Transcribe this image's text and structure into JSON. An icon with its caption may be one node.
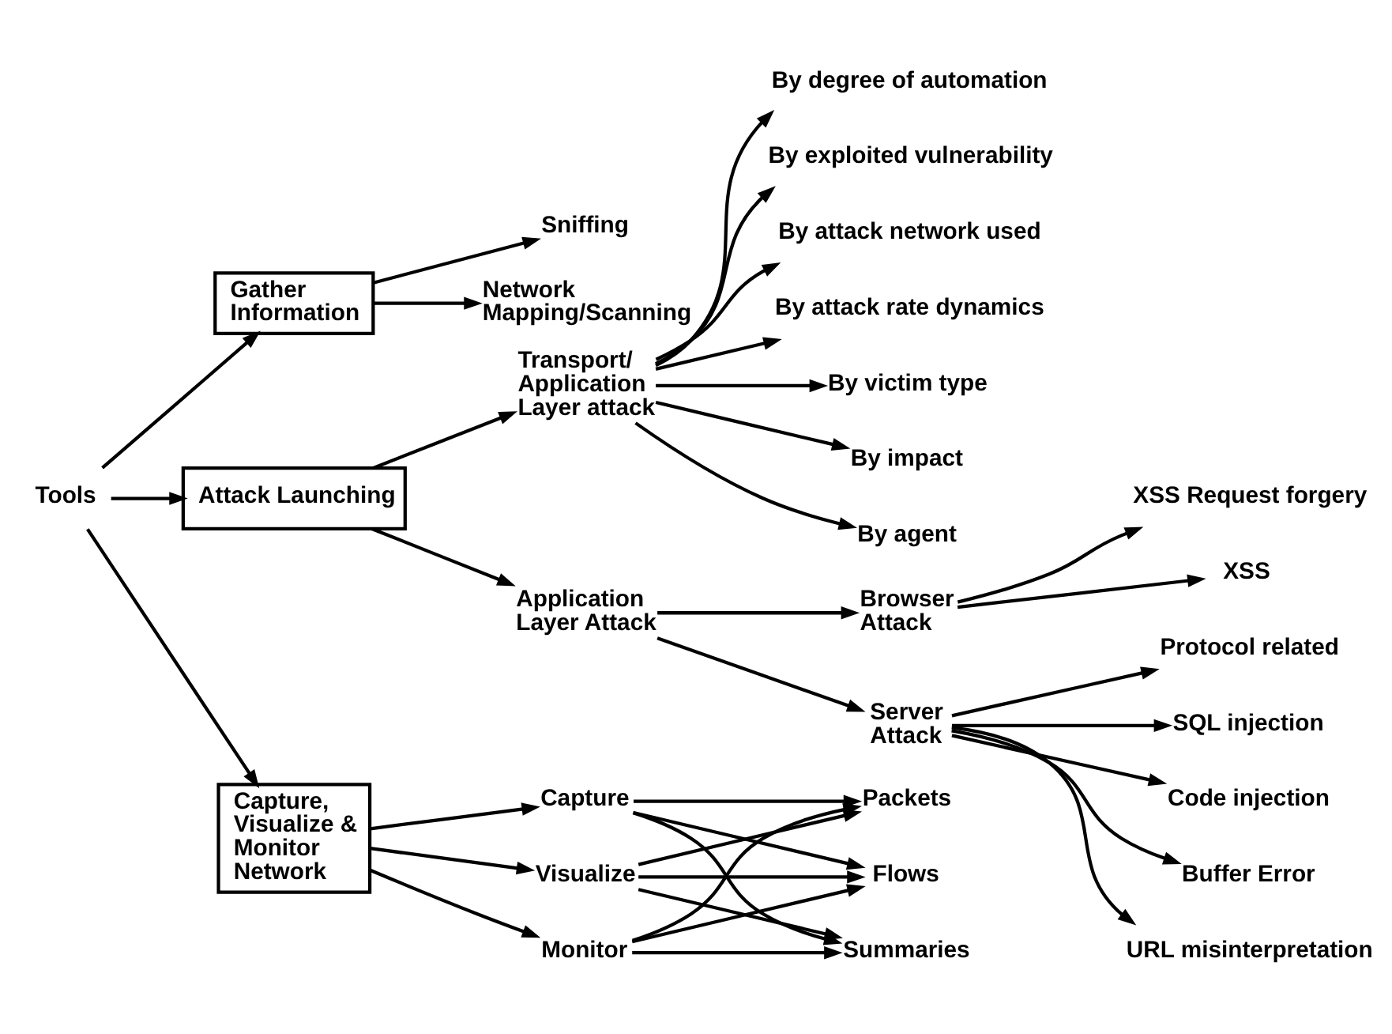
{
  "diagram": {
    "nodes": [
      {
        "text": [
          "Tools"
        ]
      },
      {
        "text": [
          "Gather Information"
        ]
      },
      {
        "text": [
          "Sniffing"
        ]
      },
      {
        "text": [
          "Network Mapping/Scanning"
        ]
      },
      {
        "text": [
          "Attack Launching"
        ]
      },
      {
        "text": [
          "Transport/ Application Layer attack"
        ]
      },
      {
        "text": [
          "By degree of automation"
        ]
      },
      {
        "text": [
          "By exploited vulnerability"
        ]
      },
      {
        "text": [
          "By attack network used"
        ]
      },
      {
        "text": [
          "By attack rate dynamics"
        ]
      },
      {
        "text": [
          "By victim type"
        ]
      },
      {
        "text": [
          "By impact"
        ]
      },
      {
        "text": [
          "By agent"
        ]
      },
      {
        "text": [
          "Application Layer Attack"
        ]
      },
      {
        "text": [
          "Browser Attack"
        ]
      },
      {
        "text": [
          "XSS Request forgery"
        ]
      },
      {
        "text": [
          "XSS"
        ]
      },
      {
        "text": [
          "Server Attack"
        ]
      },
      {
        "text": [
          "Protocol related"
        ]
      },
      {
        "text": [
          "SQL injection"
        ]
      },
      {
        "text": [
          "Code injection"
        ]
      },
      {
        "text": [
          "Buffer Error"
        ]
      },
      {
        "text": [
          "URL misinterpretation"
        ]
      },
      {
        "text": [
          "Capture, Visualize & Monitor Network"
        ]
      },
      {
        "text": [
          "Capture"
        ]
      },
      {
        "text": [
          "Visualize"
        ]
      },
      {
        "text": [
          "Monitor"
        ]
      },
      {
        "text": [
          "Packets"
        ]
      },
      {
        "text": [
          "Flows"
        ]
      },
      {
        "text": [
          "Summaries"
        ]
      }
    ],
    "edges": [
      {
        "from": 0,
        "to": 1,
        "arrow": "to"
      },
      {
        "from": 0,
        "to": 4,
        "arrow": "to"
      },
      {
        "from": 0,
        "to": 23,
        "arrow": "to"
      },
      {
        "from": 1,
        "to": 2,
        "arrow": "to"
      },
      {
        "from": 1,
        "to": 3,
        "arrow": "to"
      },
      {
        "from": 4,
        "to": 5,
        "arrow": "to"
      },
      {
        "from": 4,
        "to": 13,
        "arrow": "to"
      },
      {
        "from": 5,
        "to": 6,
        "arrow": "to"
      },
      {
        "from": 5,
        "to": 7,
        "arrow": "to"
      },
      {
        "from": 5,
        "to": 8,
        "arrow": "to"
      },
      {
        "from": 5,
        "to": 9,
        "arrow": "to"
      },
      {
        "from": 5,
        "to": 10,
        "arrow": "to"
      },
      {
        "from": 5,
        "to": 11,
        "arrow": "to"
      },
      {
        "from": 5,
        "to": 12,
        "arrow": "to"
      },
      {
        "from": 13,
        "to": 14,
        "arrow": "to"
      },
      {
        "from": 13,
        "to": 17,
        "arrow": "to"
      },
      {
        "from": 14,
        "to": 15,
        "arrow": "to"
      },
      {
        "from": 14,
        "to": 16,
        "arrow": "to"
      },
      {
        "from": 17,
        "to": 18,
        "arrow": "to"
      },
      {
        "from": 17,
        "to": 19,
        "arrow": "to"
      },
      {
        "from": 17,
        "to": 20,
        "arrow": "to"
      },
      {
        "from": 17,
        "to": 21,
        "arrow": "to"
      },
      {
        "from": 17,
        "to": 22,
        "arrow": "to"
      },
      {
        "from": 23,
        "to": 24,
        "arrow": "to"
      },
      {
        "from": 23,
        "to": 25,
        "arrow": "to"
      },
      {
        "from": 23,
        "to": 26,
        "arrow": "to"
      },
      {
        "from": 24,
        "to": 27,
        "arrow": "to"
      },
      {
        "from": 24,
        "to": 28,
        "arrow": "to"
      },
      {
        "from": 24,
        "to": 29,
        "arrow": "to"
      },
      {
        "from": 25,
        "to": 27,
        "arrow": "to"
      },
      {
        "from": 25,
        "to": 28,
        "arrow": "to"
      },
      {
        "from": 25,
        "to": 29,
        "arrow": "to"
      },
      {
        "from": 26,
        "to": 27,
        "arrow": "to"
      },
      {
        "from": 26,
        "to": 28,
        "arrow": "to"
      },
      {
        "from": 26,
        "to": 29,
        "arrow": "to"
      }
    ]
  }
}
